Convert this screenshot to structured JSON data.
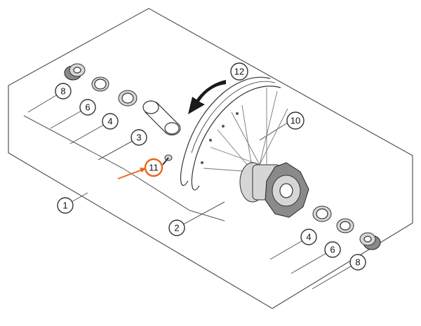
{
  "colors": {
    "highlight": "#e8651e",
    "line": "#555555",
    "arrow": "#1a1a1a"
  },
  "callouts": {
    "c1": "1",
    "c2": "2",
    "c3": "3",
    "c4_left": "4",
    "c6_left": "6",
    "c8_left": "8",
    "c10": "10",
    "c11": "11",
    "c12": "12",
    "c4_right": "4",
    "c6_right": "6",
    "c8_right": "8"
  }
}
